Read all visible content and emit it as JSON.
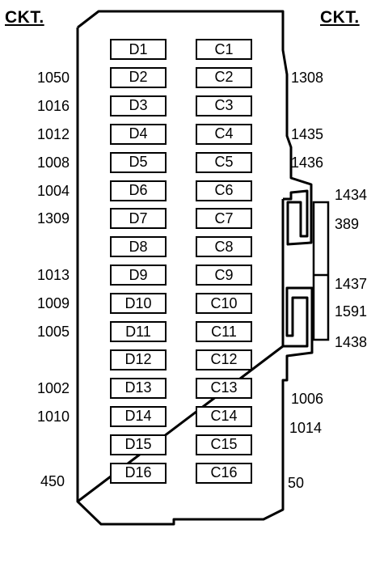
{
  "header": {
    "left": "CKT.",
    "right": "CKT."
  },
  "left_column": [
    "D1",
    "D2",
    "D3",
    "D4",
    "D5",
    "D6",
    "D7",
    "D8",
    "D9",
    "D10",
    "D11",
    "D12",
    "D13",
    "D14",
    "D15",
    "D16"
  ],
  "right_column": [
    "C1",
    "C2",
    "C3",
    "C4",
    "C5",
    "C6",
    "C7",
    "C8",
    "C9",
    "C10",
    "C11",
    "C12",
    "C13",
    "C14",
    "C15",
    "C16"
  ],
  "left_labels": [
    "",
    "1050",
    "1016",
    "1012",
    "1008",
    "1004",
    "1309",
    "",
    "1013",
    "1009",
    "1005",
    "",
    "1002",
    "1010",
    "",
    "450"
  ],
  "right_labels": [
    "",
    "1308",
    "",
    "1435",
    "1436",
    "",
    "",
    "",
    "",
    "",
    "",
    "",
    "1006",
    "1014",
    "",
    "50"
  ],
  "connector_labels": [
    "1434",
    "389",
    "1437",
    "1591",
    "1438"
  ]
}
